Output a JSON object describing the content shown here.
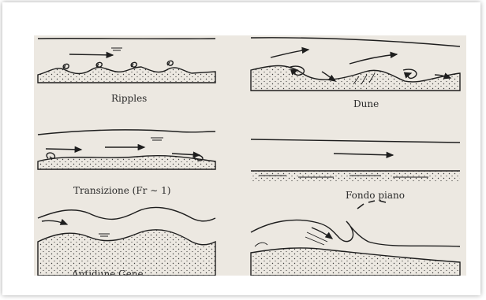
{
  "diagram": {
    "panels": [
      {
        "id": "ripples",
        "label": "Ripples"
      },
      {
        "id": "dune",
        "label": "Dune"
      },
      {
        "id": "transizione",
        "label": "Transizione (Fr ∼ 1)"
      },
      {
        "id": "fondo-piano",
        "label": "Fondo piano"
      },
      {
        "id": "antidune",
        "label": "Antidune Gene"
      }
    ]
  },
  "colors": {
    "ink": "#1e1e1e",
    "paper": "#ece8e1",
    "sand_dots": "#3a3a3a"
  }
}
